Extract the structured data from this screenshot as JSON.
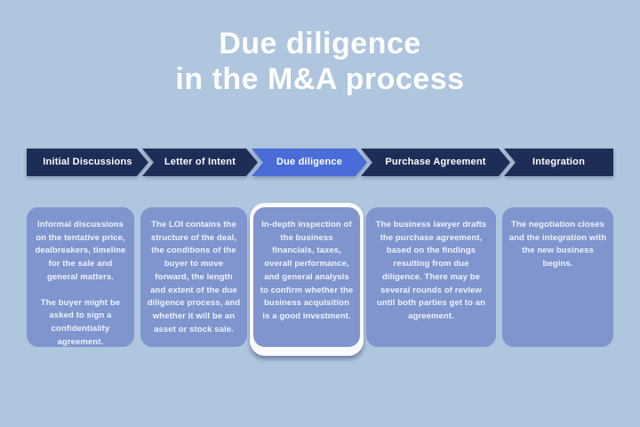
{
  "title": {
    "line1": "Due diligence",
    "line2": "in the M&amp;A process"
  },
  "process_steps": [
    {
      "label": "Initial Discussions",
      "state": "default"
    },
    {
      "label": "Letter of Intent",
      "state": "default"
    },
    {
      "label": "Due diligence",
      "state": "highlighted"
    },
    {
      "label": "Purchase Agreement",
      "state": "default"
    },
    {
      "label": "Integration",
      "state": "default"
    }
  ],
  "stage_cards": [
    {
      "highlighted": false,
      "paragraphs": [
        "Informal discussions on the tentative price, dealbreakers, timeline for the sale and general matters.",
        "The buyer might be asked to sign a confidentiality agreement."
      ]
    },
    {
      "highlighted": false,
      "paragraphs": [
        "The LOI contains the structure of the deal, the conditions of the buyer to move forward, the length and extent of the due diligence process, and whether it will be an asset or stock sale."
      ]
    },
    {
      "highlighted": true,
      "paragraphs": [
        "In-depth inspection of the business financials, taxes, overall performance, and general analysis to confirm whether the business acquisition is a good investment."
      ]
    },
    {
      "highlighted": false,
      "paragraphs": [
        "The business lawyer drafts the purchase agreement, based on the findings resulting from due diligence. There may be several rounds of review until both parties get to an agreement."
      ]
    },
    {
      "highlighted": false,
      "paragraphs": [
        "The negotiation closes and the integration with the new business begins."
      ]
    }
  ],
  "colors": {
    "background": "#b0c5de",
    "step_default": "#1e2c58",
    "step_highlight": "#4a6cd8",
    "card_fill": "#8095cd",
    "highlight_card": "#f8fafd",
    "text": "#ffffff"
  }
}
